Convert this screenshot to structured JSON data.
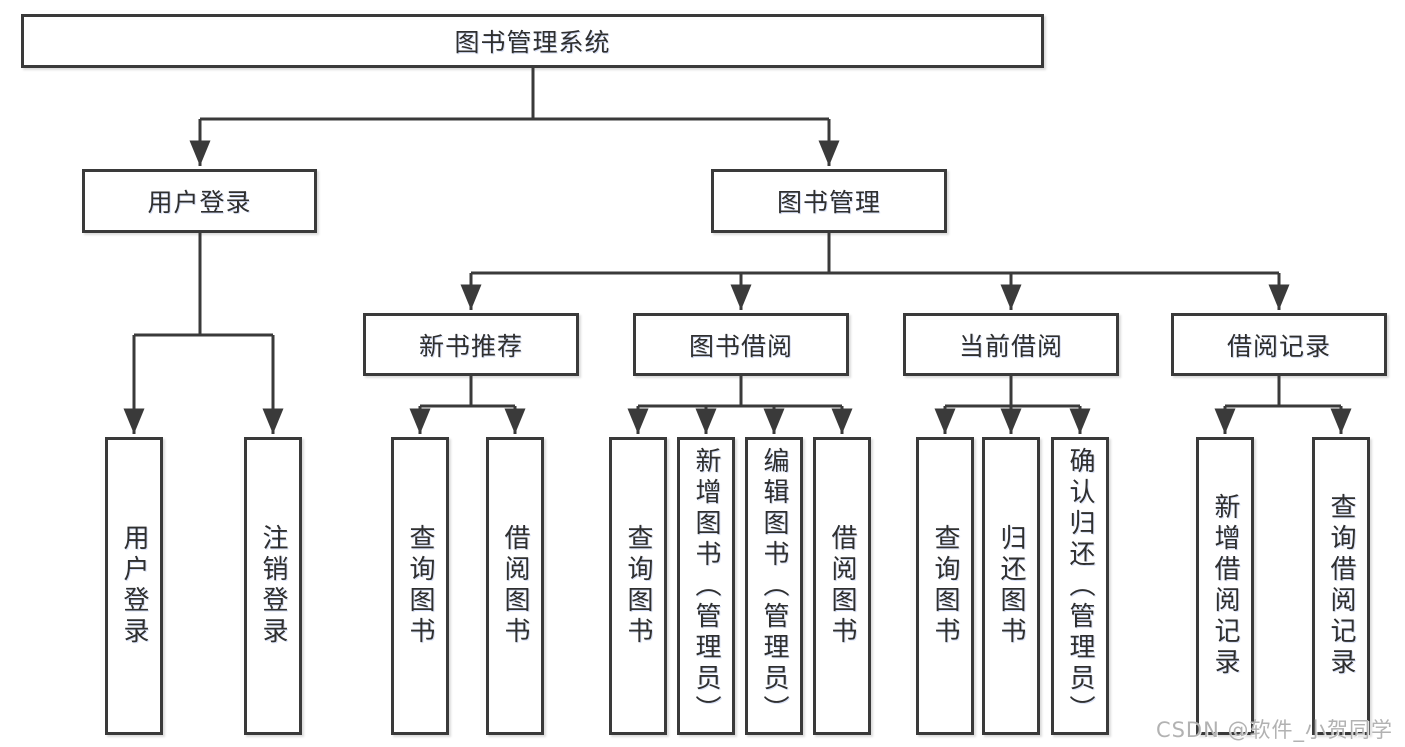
{
  "diagram": {
    "type": "hierarchy-tree",
    "title": "图书管理系统"
  },
  "nodes": {
    "root": "图书管理系统",
    "user_login": "用户登录",
    "book_mgmt": "图书管理",
    "new_book_rec": "新书推荐",
    "book_borrow": "图书借阅",
    "current_borrow": "当前借阅",
    "borrow_records": "借阅记录",
    "leaves": {
      "user_login": [
        "用户登录",
        "注销登录"
      ],
      "new_book_rec": [
        "查询图书",
        "借阅图书"
      ],
      "book_borrow": [
        "查询图书",
        "新增图书（管理员）",
        "编辑图书（管理员）",
        "借阅图书"
      ],
      "current_borrow": [
        "查询图书",
        "归还图书",
        "确认归还（管理员）"
      ],
      "borrow_records": [
        "新增借阅记录",
        "查询借阅记录"
      ]
    }
  },
  "watermark": "CSDN @软件_小贺同学",
  "colors": {
    "line": "#3a3a3a",
    "text": "#2f2f2f",
    "watermark": "#b2b2b2",
    "background": "#ffffff"
  }
}
